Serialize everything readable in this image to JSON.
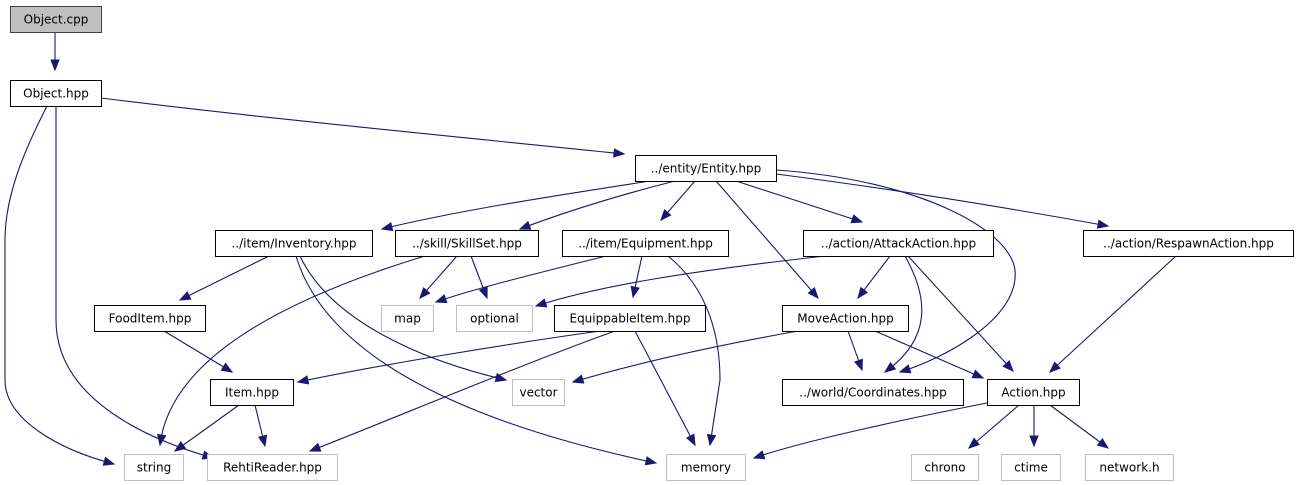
{
  "diagram": {
    "title": "Object.cpp include dependency graph",
    "colors": {
      "edge": "#191970",
      "root_fill": "#bfbfbf",
      "root_border": "#404040",
      "local_border": "#000000",
      "system_border": "#bfbfbf",
      "fill": "#ffffff"
    },
    "nodes": [
      {
        "id": "object_cpp",
        "label": "Object.cpp",
        "kind": "root"
      },
      {
        "id": "object_hpp",
        "label": "Object.hpp",
        "kind": "local"
      },
      {
        "id": "entity_hpp",
        "label": "../entity/Entity.hpp",
        "kind": "local"
      },
      {
        "id": "inventory_hpp",
        "label": "../item/Inventory.hpp",
        "kind": "local"
      },
      {
        "id": "skillset_hpp",
        "label": "../skill/SkillSet.hpp",
        "kind": "local"
      },
      {
        "id": "equipment_hpp",
        "label": "../item/Equipment.hpp",
        "kind": "local"
      },
      {
        "id": "attackaction_hpp",
        "label": "../action/AttackAction.hpp",
        "kind": "local"
      },
      {
        "id": "respawnaction_hpp",
        "label": "../action/RespawnAction.hpp",
        "kind": "local"
      },
      {
        "id": "fooditem_hpp",
        "label": "FoodItem.hpp",
        "kind": "local"
      },
      {
        "id": "map",
        "label": "map",
        "kind": "system"
      },
      {
        "id": "optional",
        "label": "optional",
        "kind": "system"
      },
      {
        "id": "equippableitem_hpp",
        "label": "EquippableItem.hpp",
        "kind": "local"
      },
      {
        "id": "moveaction_hpp",
        "label": "MoveAction.hpp",
        "kind": "local"
      },
      {
        "id": "item_hpp",
        "label": "Item.hpp",
        "kind": "local"
      },
      {
        "id": "vector",
        "label": "vector",
        "kind": "system"
      },
      {
        "id": "coordinates_hpp",
        "label": "../world/Coordinates.hpp",
        "kind": "local"
      },
      {
        "id": "action_hpp",
        "label": "Action.hpp",
        "kind": "local"
      },
      {
        "id": "string",
        "label": "string",
        "kind": "system"
      },
      {
        "id": "rehtireader_hpp",
        "label": "RehtiReader.hpp",
        "kind": "system"
      },
      {
        "id": "memory",
        "label": "memory",
        "kind": "system"
      },
      {
        "id": "chrono",
        "label": "chrono",
        "kind": "system"
      },
      {
        "id": "ctime",
        "label": "ctime",
        "kind": "system"
      },
      {
        "id": "network_h",
        "label": "network.h",
        "kind": "system"
      }
    ],
    "edges": [
      {
        "from": "object_cpp",
        "to": "object_hpp"
      },
      {
        "from": "object_hpp",
        "to": "entity_hpp"
      },
      {
        "from": "object_hpp",
        "to": "string"
      },
      {
        "from": "object_hpp",
        "to": "rehtireader_hpp"
      },
      {
        "from": "entity_hpp",
        "to": "inventory_hpp"
      },
      {
        "from": "entity_hpp",
        "to": "skillset_hpp"
      },
      {
        "from": "entity_hpp",
        "to": "equipment_hpp"
      },
      {
        "from": "entity_hpp",
        "to": "attackaction_hpp"
      },
      {
        "from": "entity_hpp",
        "to": "respawnaction_hpp"
      },
      {
        "from": "entity_hpp",
        "to": "moveaction_hpp"
      },
      {
        "from": "entity_hpp",
        "to": "coordinates_hpp"
      },
      {
        "from": "inventory_hpp",
        "to": "fooditem_hpp"
      },
      {
        "from": "inventory_hpp",
        "to": "vector"
      },
      {
        "from": "inventory_hpp",
        "to": "memory"
      },
      {
        "from": "skillset_hpp",
        "to": "map"
      },
      {
        "from": "skillset_hpp",
        "to": "optional"
      },
      {
        "from": "skillset_hpp",
        "to": "string"
      },
      {
        "from": "equipment_hpp",
        "to": "map"
      },
      {
        "from": "equipment_hpp",
        "to": "equippableitem_hpp"
      },
      {
        "from": "equipment_hpp",
        "to": "memory"
      },
      {
        "from": "attackaction_hpp",
        "to": "optional"
      },
      {
        "from": "attackaction_hpp",
        "to": "moveaction_hpp"
      },
      {
        "from": "attackaction_hpp",
        "to": "coordinates_hpp"
      },
      {
        "from": "attackaction_hpp",
        "to": "action_hpp"
      },
      {
        "from": "respawnaction_hpp",
        "to": "action_hpp"
      },
      {
        "from": "fooditem_hpp",
        "to": "item_hpp"
      },
      {
        "from": "equippableitem_hpp",
        "to": "item_hpp"
      },
      {
        "from": "equippableitem_hpp",
        "to": "rehtireader_hpp"
      },
      {
        "from": "equippableitem_hpp",
        "to": "memory"
      },
      {
        "from": "moveaction_hpp",
        "to": "vector"
      },
      {
        "from": "moveaction_hpp",
        "to": "coordinates_hpp"
      },
      {
        "from": "moveaction_hpp",
        "to": "action_hpp"
      },
      {
        "from": "item_hpp",
        "to": "string"
      },
      {
        "from": "item_hpp",
        "to": "rehtireader_hpp"
      },
      {
        "from": "action_hpp",
        "to": "memory"
      },
      {
        "from": "action_hpp",
        "to": "chrono"
      },
      {
        "from": "action_hpp",
        "to": "ctime"
      },
      {
        "from": "action_hpp",
        "to": "network_h"
      }
    ]
  }
}
